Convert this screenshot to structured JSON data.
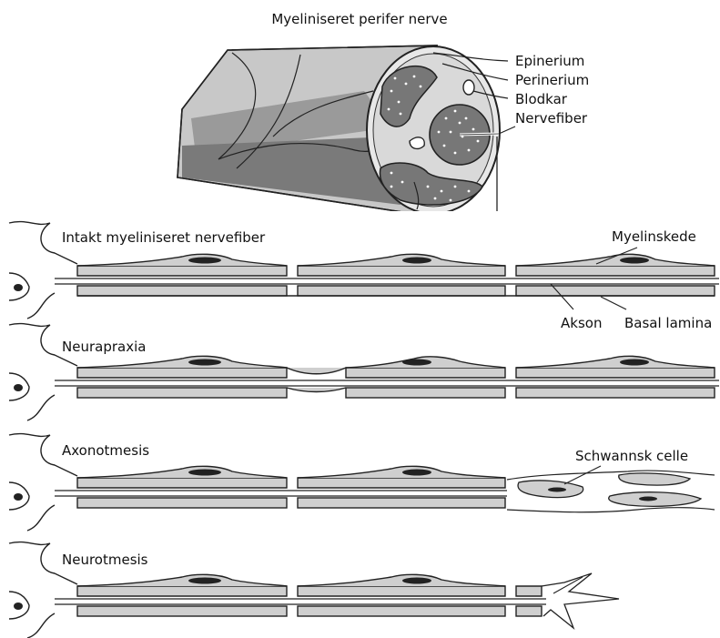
{
  "title": "Myeliniseret perifer nerve",
  "nerve_labels": {
    "epinerium": "Epinerium",
    "perinerium": "Perinerium",
    "blodkar": "Blodkar",
    "nervefiber": "Nervefiber"
  },
  "rows": [
    {
      "id": "intact",
      "label": "Intakt myeliniseret nervefiber"
    },
    {
      "id": "neurapraxia",
      "label": "Neurapraxia"
    },
    {
      "id": "axonotmesis",
      "label": "Axonotmesis"
    },
    {
      "id": "neurotmesis",
      "label": "Neurotmesis"
    }
  ],
  "fiber_labels": {
    "myelinskede": "Myelinskede",
    "akson": "Akson",
    "basal_lamina": "Basal lamina",
    "schwannsk_celle": "Schwannsk celle"
  }
}
